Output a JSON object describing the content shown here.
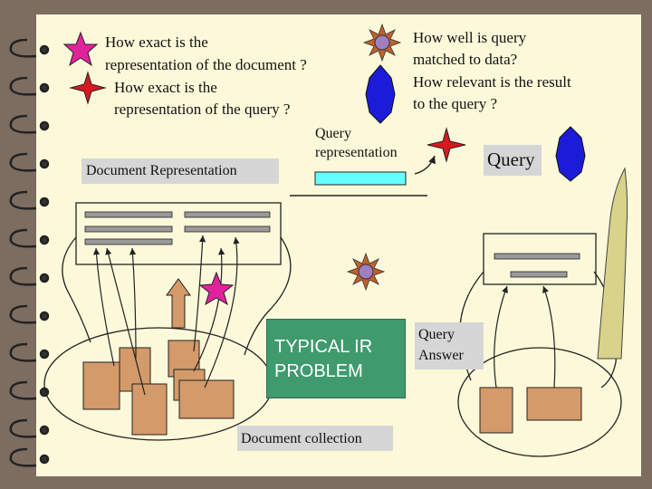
{
  "questions_left": {
    "line1": "How exact is the",
    "line2": "representation of the document ?",
    "line3": "How exact is the",
    "line4": "representation of the query ?"
  },
  "questions_right": {
    "line1": "How well is query",
    "line2": "matched to data?",
    "line3": "How relevant is the result",
    "line4": "to the query ?"
  },
  "labels": {
    "document_representation": "Document Representation",
    "query_representation_1": "Query",
    "query_representation_2": "representation",
    "query": "Query",
    "typical_ir_1": "TYPICAL IR",
    "typical_ir_2": "PROBLEM",
    "query_answer_1": "Query",
    "query_answer_2": "Answer",
    "document_collection": "Document collection"
  },
  "colors": {
    "background_frame": "#7d6c60",
    "page": "#fbf9da",
    "label_box": "#d6d6d6",
    "query_repr_bar": "#66ffff",
    "typical_ir_box": "#3f9a6e",
    "document_block": "#d49a6a",
    "magenta_star": "#e0239c",
    "red_star": "#d7191f",
    "blue_shape": "#1c1cd8",
    "sun_icon": "#a07fc0"
  },
  "icons": [
    "magenta-star-icon",
    "red-star-icon",
    "sun-icon",
    "blue-octagon-icon",
    "spiral-binding-icon"
  ]
}
